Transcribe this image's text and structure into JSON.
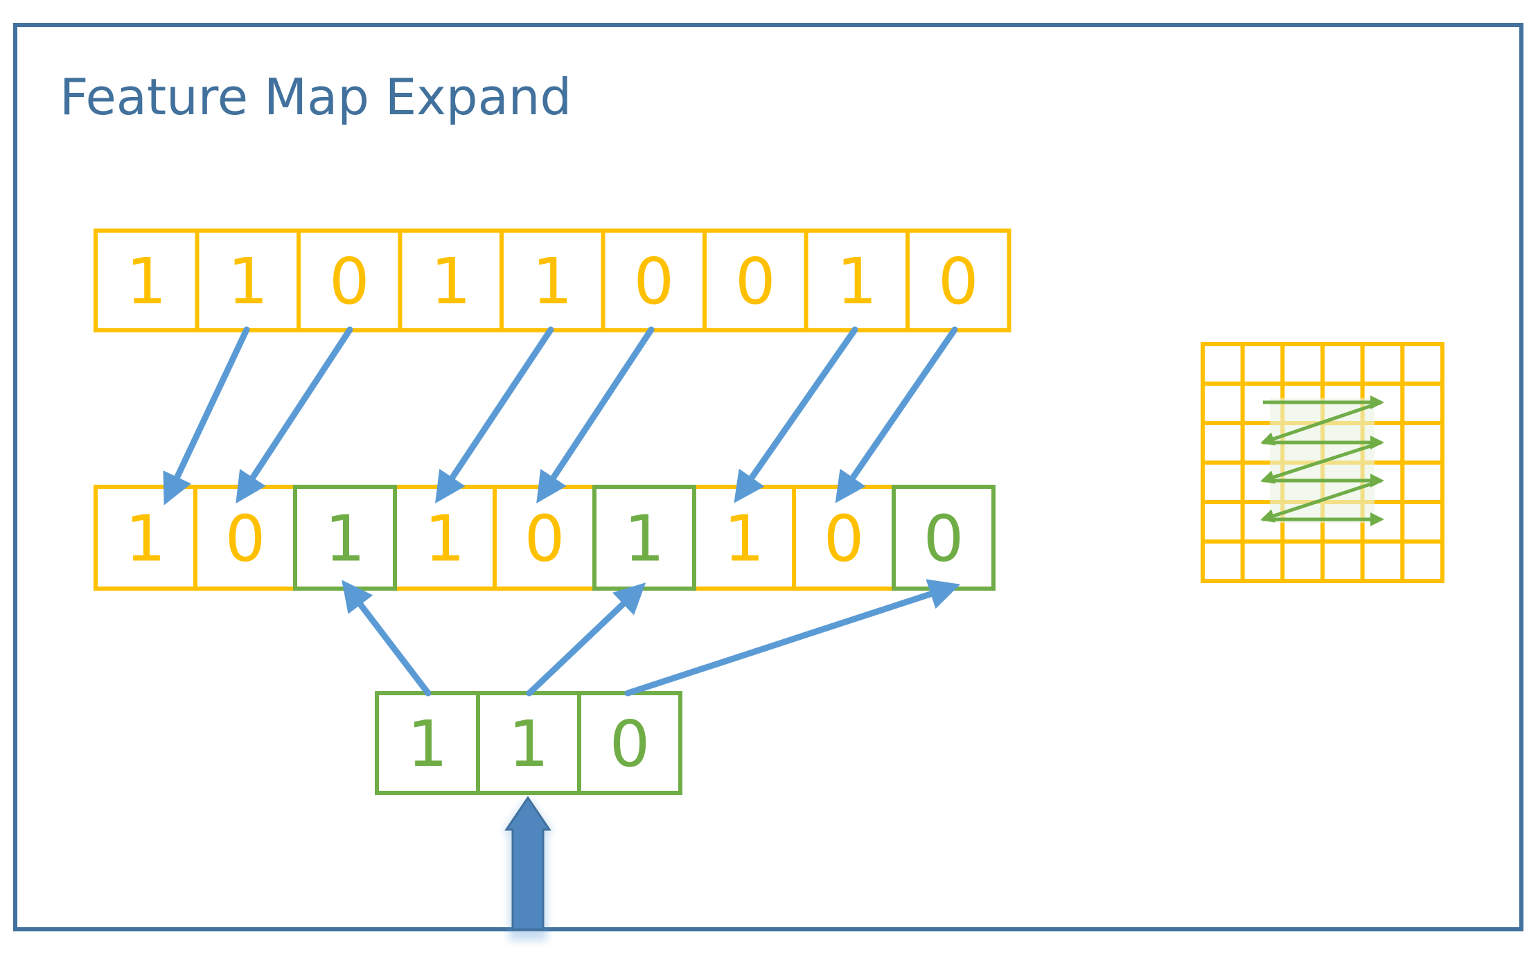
{
  "title": "Feature Map Expand",
  "colors": {
    "frame": "#41719C",
    "title": "#41719C",
    "yellow": "#FFC000",
    "green": "#70AD47",
    "arrow": "#5B9BD5",
    "big_arrow": "#41719C"
  },
  "top_row": [
    "1",
    "1",
    "0",
    "1",
    "1",
    "0",
    "0",
    "1",
    "0"
  ],
  "middle_row": [
    {
      "value": "1",
      "group": "yellow"
    },
    {
      "value": "0",
      "group": "yellow"
    },
    {
      "value": "1",
      "group": "green"
    },
    {
      "value": "1",
      "group": "yellow"
    },
    {
      "value": "0",
      "group": "yellow"
    },
    {
      "value": "1",
      "group": "green"
    },
    {
      "value": "1",
      "group": "yellow"
    },
    {
      "value": "0",
      "group": "yellow"
    },
    {
      "value": "0",
      "group": "green"
    }
  ],
  "bottom_row": [
    "1",
    "1",
    "0"
  ],
  "grid": {
    "rows": 6,
    "cols": 6
  }
}
